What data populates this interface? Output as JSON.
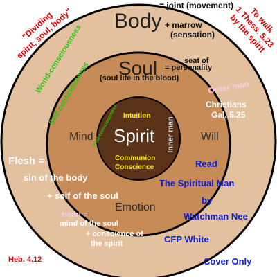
{
  "colors": {
    "body_ring": "#e3c19e",
    "soul_ring": "#c68b56",
    "spirit_core": "#5a3217",
    "ring_stroke": "#000000",
    "red": "#e00000",
    "green": "#2fc11a",
    "yellow": "#f3ee00",
    "blue": "#0a1fd6",
    "white": "#ffffff",
    "pink": "#f5cce0",
    "dark": "#222222"
  },
  "corners": {
    "dividing": "\"Dividing\nspirit, soul, body\"",
    "to_walk": "To walk\n1 Thess. 5.23\nby the spirit",
    "heb": "Heb. 4.12"
  },
  "body_section": {
    "title": "Body",
    "joint": "= joint (movement)",
    "marrow": "+ marrow",
    "sensation": "(sensation)",
    "world_consciousness": "World-consciousness"
  },
  "soul_section": {
    "title": "Soul",
    "seat_line1": "seat of",
    "seat_line2": "= personality",
    "soul_life": "(soul life in the blood)",
    "self_consciousness": "Self-consciousness",
    "outer_man": "Outer man",
    "christians": "Christians",
    "gal": "Gal. 5.25",
    "mind": "Mind",
    "will": "Will",
    "emotion": "Emotion"
  },
  "spirit_section": {
    "title": "Spirit",
    "intuition": "Intuition",
    "god_consciousness": "God-consciousness",
    "inner_man": "Inner man",
    "communion": "Communion",
    "conscience": "Conscience"
  },
  "flesh": {
    "title": "Flesh =",
    "sin": "sin of the body",
    "self": "+ self of the soul"
  },
  "heart": {
    "line1": "Heart =",
    "line2": "mind of the soul",
    "line3": "+ conscience of",
    "line4": "the spirit"
  },
  "book": {
    "read": "Read",
    "title": "The Spiritual Man",
    "by": "by",
    "author": "Watchman Nee",
    "publisher": "CFP White",
    "cover": "Cover Only"
  }
}
